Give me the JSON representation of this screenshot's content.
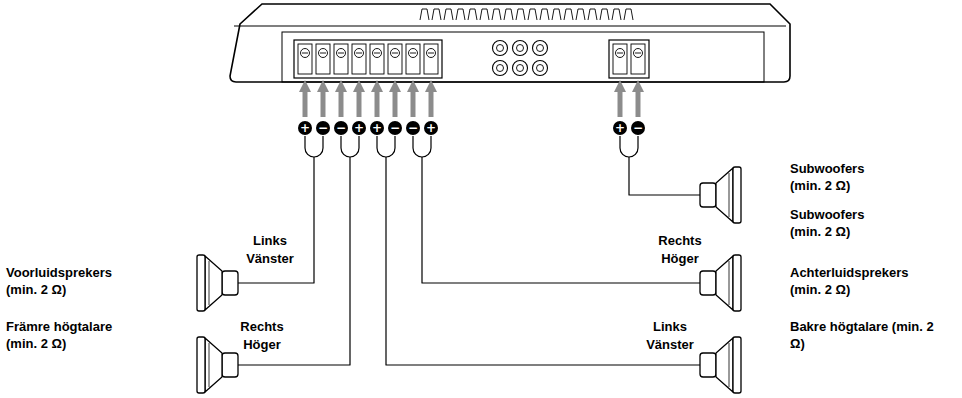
{
  "diagram": {
    "labels": [
      "+",
      "−",
      "−",
      "+",
      "+",
      "−",
      "−",
      "+",
      "+",
      "−",
      "Subwoofers (min. 2 Ω)",
      "Subwoofers (min. 2 Ω)",
      "Links",
      "Vänster",
      "Rechts",
      "Höger",
      "Voorluidsprekers (min. 2 Ω)",
      "Achterluidsprekers (min. 2 Ω)",
      "Rechts",
      "Höger",
      "Främre högtalare (min. 2 Ω)",
      "Bakre högtalare (min. 2 Ω)",
      "Links",
      "Vänster"
    ]
  }
}
